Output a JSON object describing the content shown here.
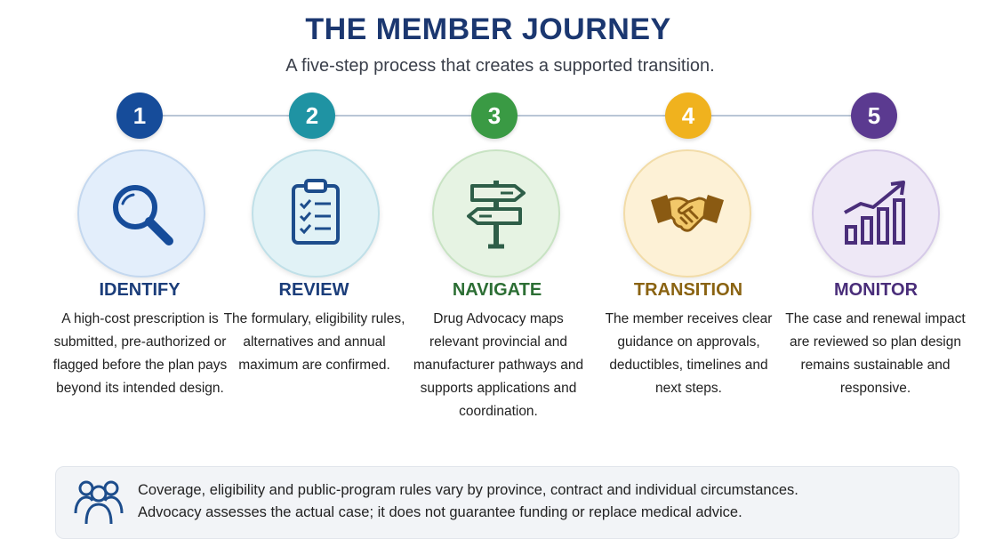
{
  "header": {
    "title": "THE MEMBER JOURNEY",
    "subtitle": "A five-step process that creates a supported transition."
  },
  "steps": [
    {
      "number": "1",
      "label": "IDENTIFY",
      "color": "#164c9a",
      "label_color": "#1b3d7a",
      "icon": "magnifying-glass-icon",
      "description": "A high-cost prescription is submitted, pre-authorized or flagged before the plan pays beyond its intended design."
    },
    {
      "number": "2",
      "label": "REVIEW",
      "color": "#1f93a3",
      "label_color": "#1b3d7a",
      "icon": "clipboard-checklist-icon",
      "description": "The formulary, eligibility rules, alternatives and annual maximum are confirmed."
    },
    {
      "number": "3",
      "label": "NAVIGATE",
      "color": "#3a9a44",
      "label_color": "#2c6e34",
      "icon": "signpost-icon",
      "description": "Drug Advocacy maps relevant provincial and manufacturer pathways and supports applications and coordination."
    },
    {
      "number": "4",
      "label": "TRANSITION",
      "color": "#f0b21e",
      "label_color": "#8a6312",
      "icon": "handshake-icon",
      "description": "The member receives clear guidance on approvals, deductibles, timelines and next steps."
    },
    {
      "number": "5",
      "label": "MONITOR",
      "color": "#5b3a90",
      "label_color": "#4a2e7a",
      "icon": "growth-chart-icon",
      "description": "The case and renewal impact are reviewed so plan design remains sustainable and responsive."
    }
  ],
  "note": {
    "icon": "people-group-icon",
    "line1": "Coverage, eligibility and public-program rules vary by province, contract and individual circumstances.",
    "line2": "Advocacy assesses the actual case; it does not guarantee funding or replace medical advice."
  }
}
